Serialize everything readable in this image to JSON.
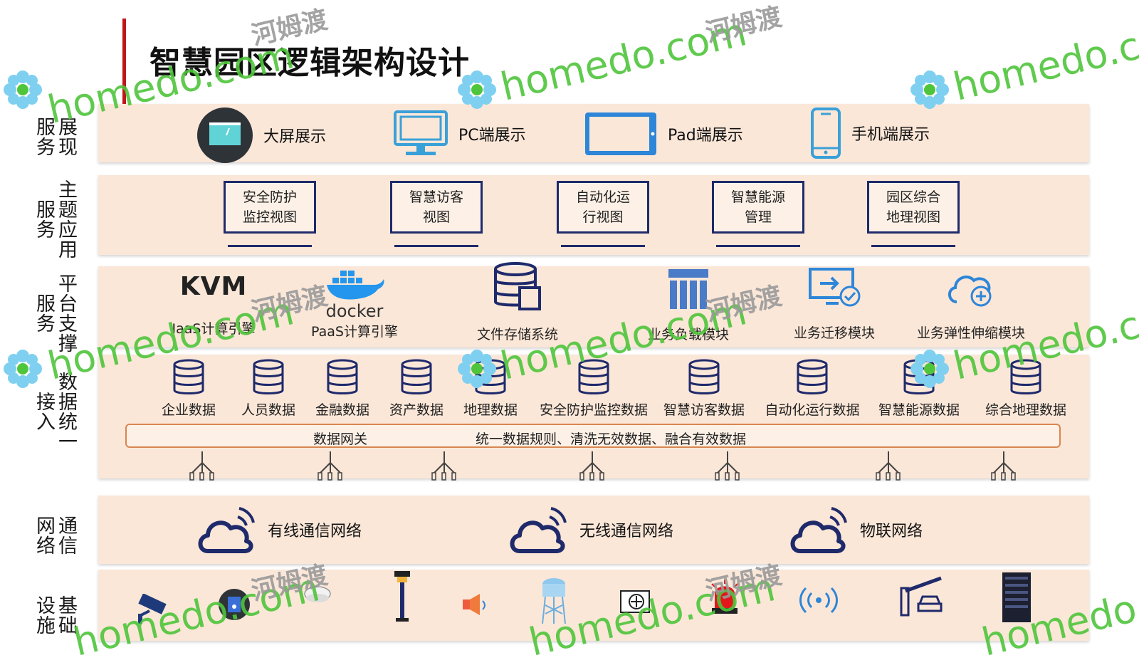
{
  "title": "智慧园区逻辑架构设计",
  "watermark": {
    "en": "homedo.com",
    "cn": "河姆渡"
  },
  "colors": {
    "accent": "#c0161b",
    "layer_bg": "#fbe7d8",
    "navy": "#1f2a6b",
    "icon_blue": "#1e6fc8",
    "gateway_border": "#d9864f",
    "watermark_green": "#4fc53b"
  },
  "layers": {
    "display": {
      "label": [
        "展现",
        "服务"
      ],
      "items": [
        {
          "label": "大屏展示",
          "icon": "large-screen-icon"
        },
        {
          "label": "PC端展示",
          "icon": "pc-monitor-icon"
        },
        {
          "label": "Pad端展示",
          "icon": "tablet-icon"
        },
        {
          "label": "手机端展示",
          "icon": "mobile-phone-icon"
        }
      ]
    },
    "theme": {
      "label": [
        "主题应用",
        "服务"
      ],
      "items": [
        {
          "line1": "安全防护",
          "line2": "监控视图"
        },
        {
          "line1": "智慧访客",
          "line2": "视图"
        },
        {
          "line1": "自动化运",
          "line2": "行视图"
        },
        {
          "line1": "智慧能源",
          "line2": "管理"
        },
        {
          "line1": "园区综合",
          "line2": "地理视图"
        }
      ]
    },
    "platform": {
      "label": [
        "平台支撑",
        "服务"
      ],
      "kvm_text": "KVM",
      "docker_text": "docker",
      "items": [
        {
          "label": "IaaS计算引擎",
          "icon": "kvm-logo-icon"
        },
        {
          "label": "PaaS计算引擎",
          "icon": "docker-logo-icon"
        },
        {
          "label": "文件存储系统",
          "icon": "storage-database-icon"
        },
        {
          "label": "业务负载模块",
          "icon": "load-balancer-icon"
        },
        {
          "label": "业务迁移模块",
          "icon": "migration-monitor-icon"
        },
        {
          "label": "业务弹性伸缩模块",
          "icon": "cloud-scaling-icon"
        }
      ]
    },
    "data": {
      "label": [
        "数据统一",
        "接入"
      ],
      "items": [
        "企业数据",
        "人员数据",
        "金融数据",
        "资产数据",
        "地理数据",
        "安全防护监控数据",
        "智慧访客数据",
        "自动化运行数据",
        "智慧能源数据",
        "综合地理数据"
      ],
      "gateway": {
        "left": "数据网关",
        "right": "统一数据规则、清洗无效数据、融合有效数据"
      }
    },
    "network": {
      "label": [
        "通信",
        "网络"
      ],
      "items": [
        {
          "label": "有线通信网络",
          "icon": "cloud-signal-icon"
        },
        {
          "label": "无线通信网络",
          "icon": "cloud-signal-icon"
        },
        {
          "label": "物联网络",
          "icon": "cloud-signal-icon"
        }
      ]
    },
    "infra": {
      "label": [
        "基础",
        "设施"
      ],
      "icons": [
        "cctv-camera-icon",
        "door-access-icon",
        "smoke-detector-icon",
        "street-lamp-icon",
        "speaker-icon",
        "water-tower-icon",
        "air-conditioner-icon",
        "alarm-light-icon",
        "wireless-sensor-icon",
        "parking-barrier-icon",
        "server-rack-icon"
      ]
    }
  }
}
